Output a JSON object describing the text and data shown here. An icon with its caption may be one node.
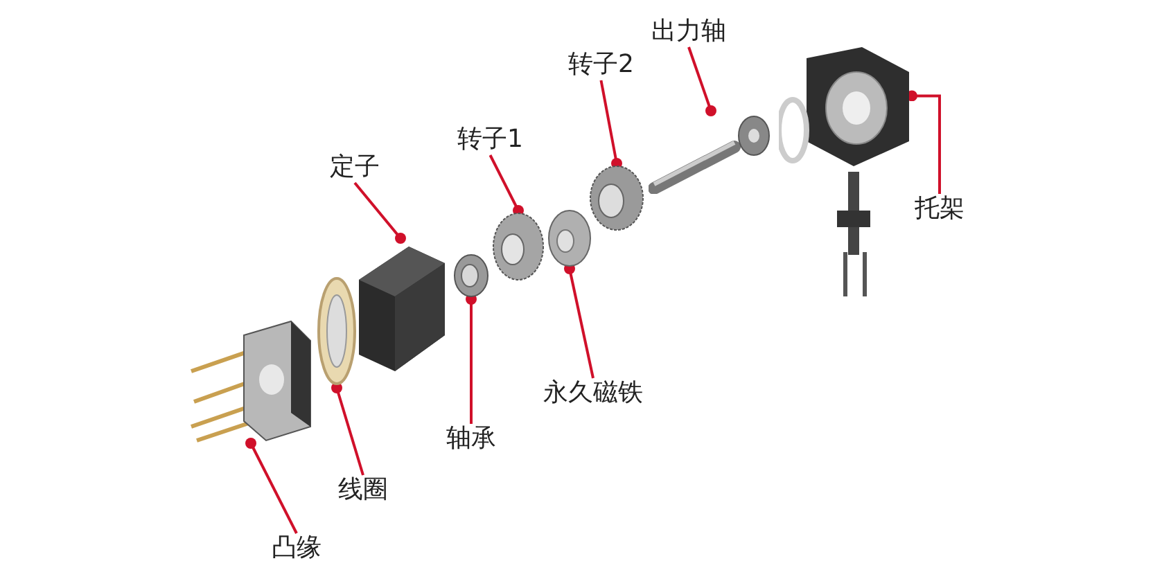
{
  "diagram": {
    "nodes": [
      {
        "text": [
          "出力轴"
        ]
      },
      {
        "text": [
          "转子2"
        ]
      },
      {
        "text": [
          "转子1"
        ]
      },
      {
        "text": [
          "定子"
        ]
      },
      {
        "text": [
          "托架"
        ]
      },
      {
        "text": [
          "永久磁铁"
        ]
      },
      {
        "text": [
          "轴承"
        ]
      },
      {
        "text": [
          "线圈"
        ]
      },
      {
        "text": [
          "凸缘"
        ]
      },
      {
        "text": [],
        "shape": "picture"
      },
      {
        "text": [],
        "shape": "picture"
      },
      {
        "text": [],
        "shape": "picture"
      },
      {
        "text": [],
        "shape": "picture"
      },
      {
        "text": [],
        "shape": "picture"
      },
      {
        "text": [],
        "shape": "picture"
      },
      {
        "text": [],
        "shape": "picture"
      },
      {
        "text": [],
        "shape": "picture"
      },
      {
        "text": [],
        "shape": "picture"
      }
    ],
    "edges": [
      {
        "from": 0,
        "to": 9,
        "arrow": "other"
      },
      {
        "from": 1,
        "to": 10,
        "arrow": "other"
      },
      {
        "from": 2,
        "to": 11,
        "arrow": "other"
      },
      {
        "from": 3,
        "to": 12,
        "arrow": "other"
      },
      {
        "from": 4,
        "to": 13,
        "arrow": "other"
      },
      {
        "from": 5,
        "to": 14,
        "arrow": "other"
      },
      {
        "from": 6,
        "to": 15,
        "arrow": "other"
      },
      {
        "from": 7,
        "to": 16,
        "arrow": "other"
      },
      {
        "from": 8,
        "to": 17,
        "arrow": "other"
      }
    ]
  }
}
